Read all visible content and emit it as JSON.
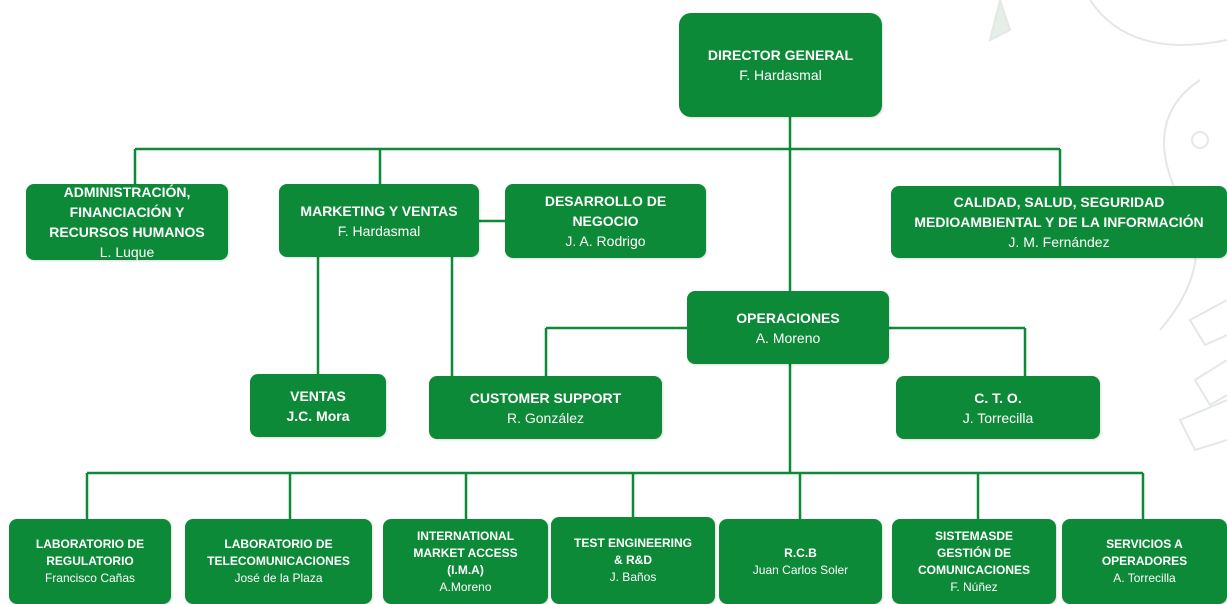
{
  "colors": {
    "box": "#0d8a37",
    "line": "#0d8a37",
    "text": "#ffffff"
  },
  "nodes": {
    "director": {
      "title": "DIRECTOR GENERAL",
      "name": "F. Hardasmal"
    },
    "admin": {
      "title": "ADMINISTRACIÓN,\nFINANCIACIÓN Y\nRECURSOS HUMANOS",
      "name": "L.  Luque"
    },
    "marketing": {
      "title": "MARKETING Y VENTAS",
      "name": "F. Hardasmal"
    },
    "desarrollo": {
      "title": "DESARROLLO DE\nNEGOCIO",
      "name": "J. A. Rodrigo"
    },
    "calidad": {
      "title": "CALIDAD, SALUD, SEGURIDAD\nMEDIOAMBIENTAL Y DE LA INFORMACIÓN",
      "name": "J. M. Fernández"
    },
    "operaciones": {
      "title": "OPERACIONES",
      "name": "A. Moreno"
    },
    "ventas": {
      "title": "VENTAS",
      "name": "J.C. Mora"
    },
    "customer": {
      "title": "CUSTOMER SUPPORT",
      "name": "R. González"
    },
    "cto": {
      "title": "C. T. O.",
      "name": "J. Torrecilla"
    },
    "lab_reg": {
      "title": "LABORATORIO DE\nREGULATORIO",
      "name": "Francisco Cañas"
    },
    "lab_tel": {
      "title": "LABORATORIO DE\nTELECOMUNICACIONES",
      "name": "José de la Plaza"
    },
    "ima": {
      "title": "INTERNATIONAL\nMARKET ACCESS\n(I.M.A)",
      "name": "A.Moreno"
    },
    "test": {
      "title": "TEST ENGINEERING\n& R&D",
      "name": "J. Baños"
    },
    "rcb": {
      "title": "R.C.B",
      "name": "Juan Carlos Soler"
    },
    "sistemas": {
      "title": "SISTEMASDE\nGESTIÓN DE\nCOMUNICACIONES",
      "name": "F. Núñez"
    },
    "servicios": {
      "title": "SERVICIOS A\nOPERADORES",
      "name": "A. Torrecilla"
    }
  }
}
